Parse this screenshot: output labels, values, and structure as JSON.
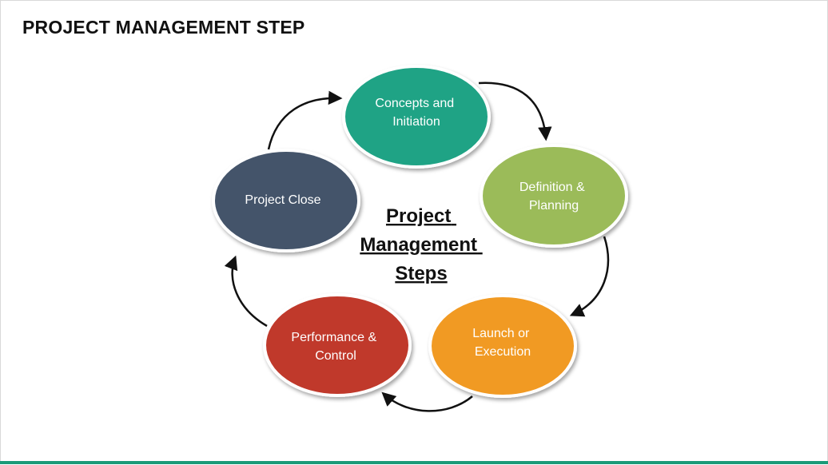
{
  "title": "PROJECT MANAGEMENT STEP",
  "center": {
    "lines": [
      "Project",
      "Management",
      "Steps"
    ]
  },
  "colors": {
    "accent_bar": "#1a9a78",
    "arrow": "#111111"
  },
  "nodes": [
    {
      "id": "concepts",
      "lines": [
        "Concepts and",
        "Initiation"
      ],
      "color": "#1fa385"
    },
    {
      "id": "definition",
      "lines": [
        "Definition &",
        "Planning"
      ],
      "color": "#9bbb59"
    },
    {
      "id": "launch",
      "lines": [
        "Launch or",
        "Execution"
      ],
      "color": "#f19a23"
    },
    {
      "id": "performance",
      "lines": [
        "Performance &",
        "Control"
      ],
      "color": "#c0392b"
    },
    {
      "id": "close",
      "lines": [
        "Project Close"
      ],
      "color": "#44546a"
    }
  ]
}
